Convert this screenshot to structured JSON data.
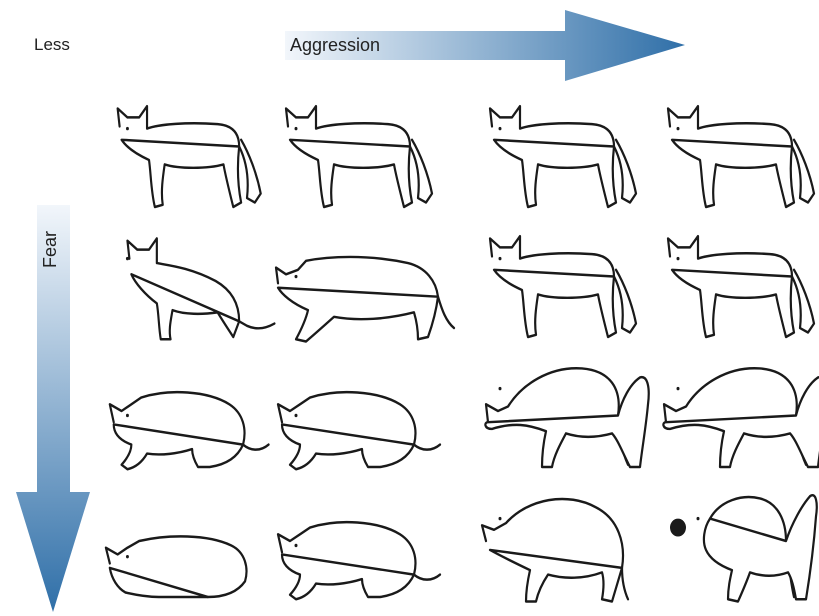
{
  "labels": {
    "less": "Less",
    "aggression": "Aggression",
    "fear": "Fear"
  },
  "colors": {
    "arrow_dark": "#2f6fa8",
    "arrow_light": "#f2f6fb",
    "outline": "#1a1a1a"
  },
  "grid": {
    "rows": 4,
    "columns": 4,
    "columns_axis": "aggression",
    "rows_axis": "fear"
  },
  "cats": [
    {
      "row": 0,
      "col": 0,
      "pose": "stand"
    },
    {
      "row": 0,
      "col": 1,
      "pose": "stand"
    },
    {
      "row": 0,
      "col": 2,
      "pose": "stand"
    },
    {
      "row": 0,
      "col": 3,
      "pose": "stand"
    },
    {
      "row": 1,
      "col": 0,
      "pose": "stand-low"
    },
    {
      "row": 1,
      "col": 1,
      "pose": "crouch-walk"
    },
    {
      "row": 1,
      "col": 2,
      "pose": "stand"
    },
    {
      "row": 1,
      "col": 3,
      "pose": "stand"
    },
    {
      "row": 2,
      "col": 0,
      "pose": "crouch"
    },
    {
      "row": 2,
      "col": 1,
      "pose": "crouch"
    },
    {
      "row": 2,
      "col": 2,
      "pose": "arched"
    },
    {
      "row": 2,
      "col": 3,
      "pose": "arched"
    },
    {
      "row": 3,
      "col": 0,
      "pose": "flat"
    },
    {
      "row": 3,
      "col": 1,
      "pose": "crouch"
    },
    {
      "row": 3,
      "col": 2,
      "pose": "hunched"
    },
    {
      "row": 3,
      "col": 3,
      "pose": "arched-rear"
    }
  ]
}
